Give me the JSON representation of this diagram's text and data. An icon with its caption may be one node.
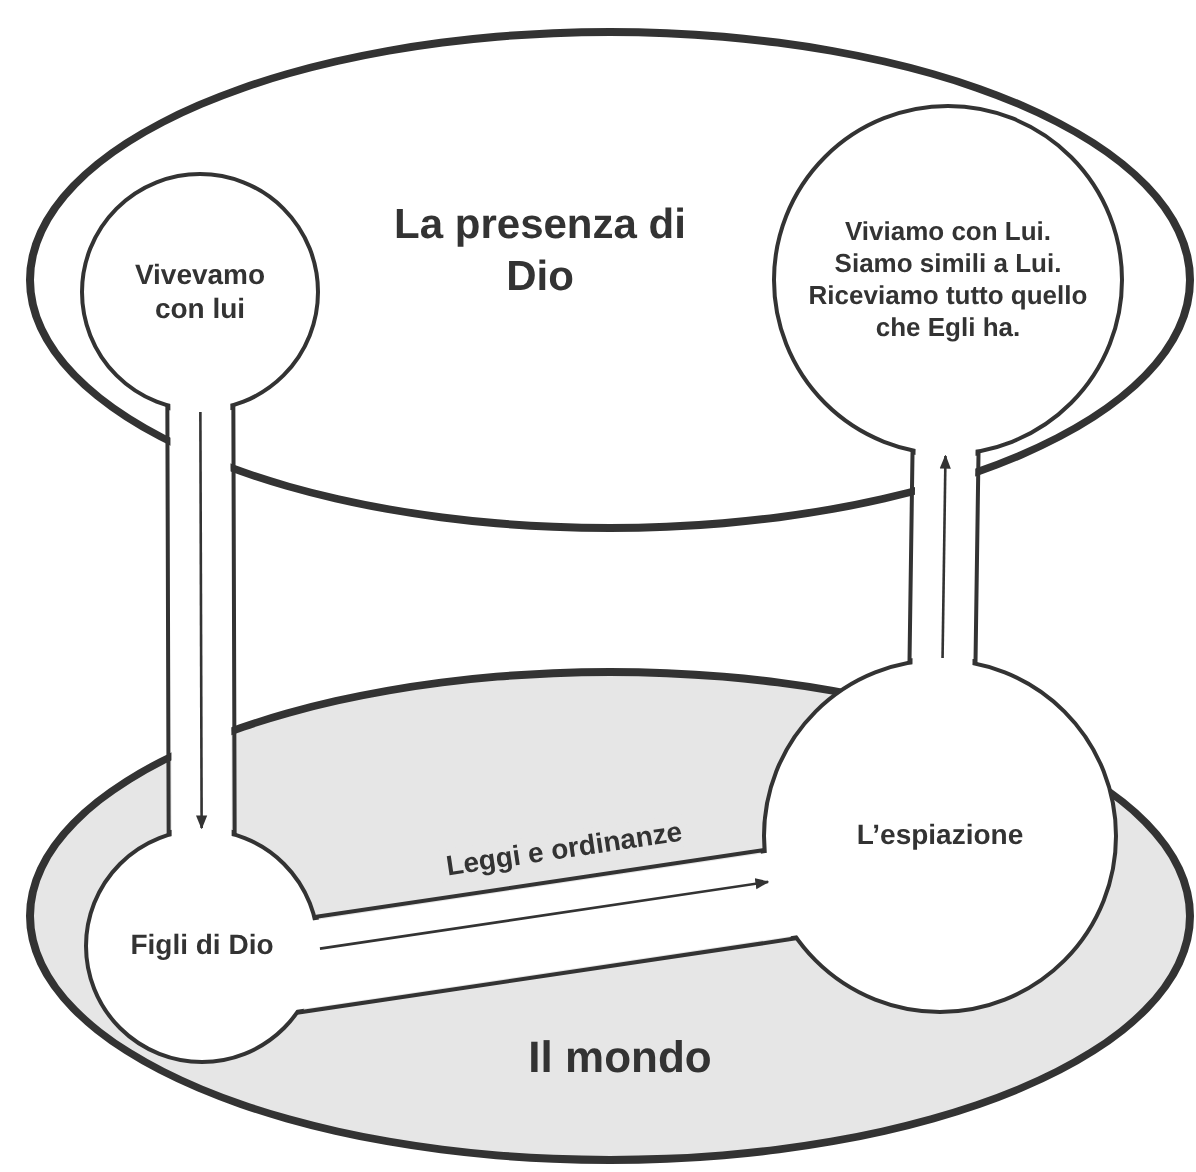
{
  "diagram": {
    "nodes": [
      {
        "text": [
          "La presenza di Dio"
        ]
      },
      {
        "text": [
          "Vivevamo con lui"
        ],
        "in": 0
      },
      {
        "text": [
          "Viviamo con Lui. Siamo simili a Lui. Riceviamo tutto quello che Egli ha."
        ],
        "in": 0
      },
      {
        "text": [
          "Il mondo"
        ]
      },
      {
        "text": [
          "Figli di Dio"
        ],
        "in": 3
      },
      {
        "text": [
          "L’espiazione"
        ],
        "in": 3
      }
    ],
    "edges": [
      {
        "from": 1,
        "to": 4,
        "arrow": "to"
      },
      {
        "from": 4,
        "to": 5,
        "arrow": "to",
        "label": "Leggi e ordinanze"
      },
      {
        "from": 5,
        "to": 2,
        "arrow": "to"
      }
    ]
  }
}
